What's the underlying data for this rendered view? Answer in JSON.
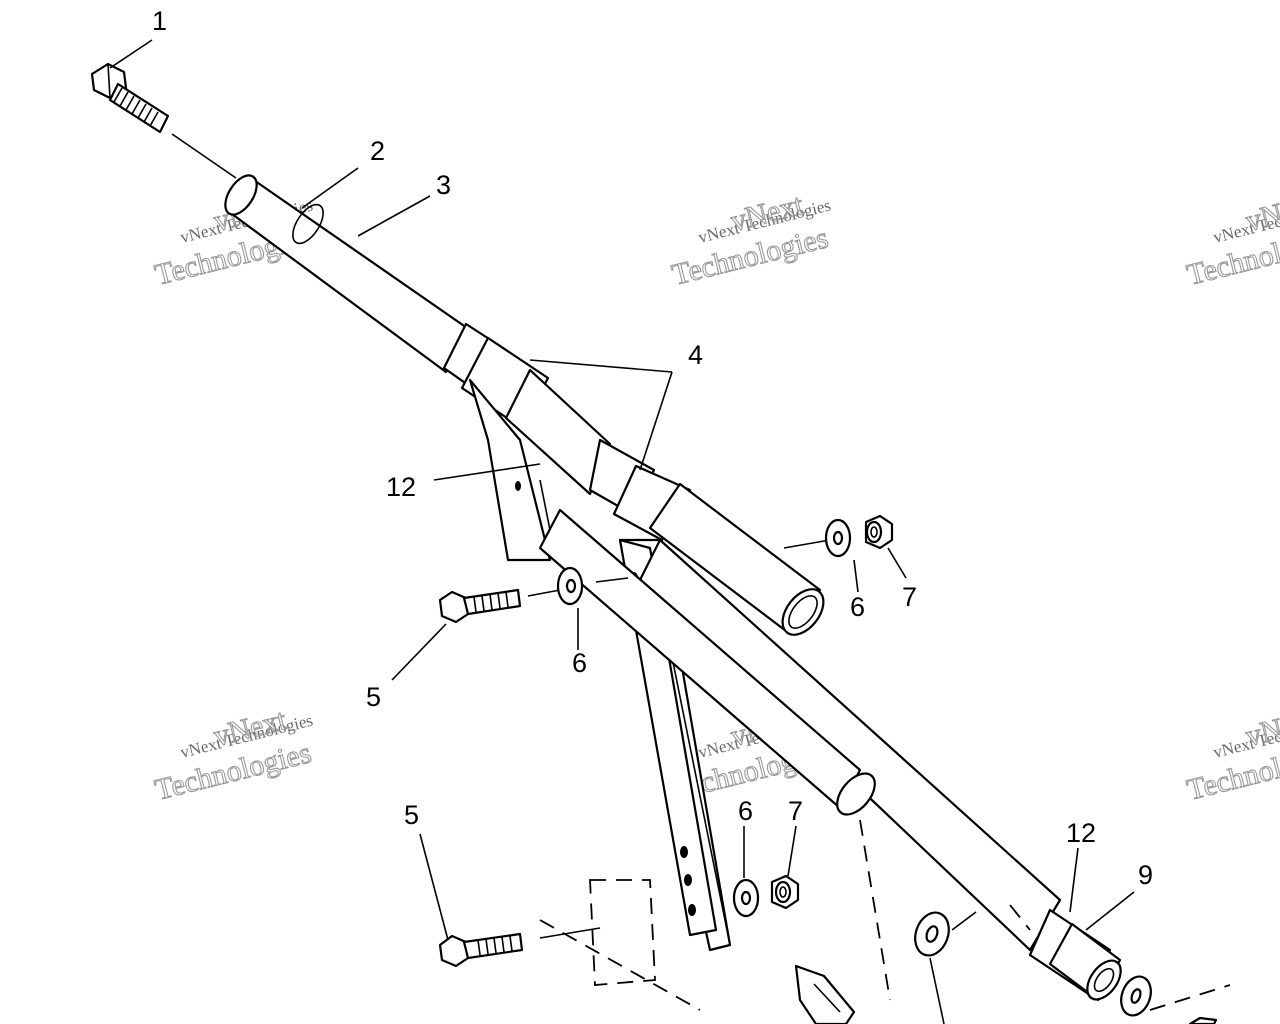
{
  "callouts": {
    "c1": "1",
    "c2": "2",
    "c3": "3",
    "c4": "4",
    "c5a": "5",
    "c5b": "5",
    "c6a": "6",
    "c6b": "6",
    "c6c": "6",
    "c7a": "7",
    "c7b": "7",
    "c9": "9",
    "c12a": "12",
    "c12b": "12"
  },
  "watermark": {
    "line1": "vNext Technologies",
    "line2a": "vNext",
    "line2b": "Technologies"
  }
}
